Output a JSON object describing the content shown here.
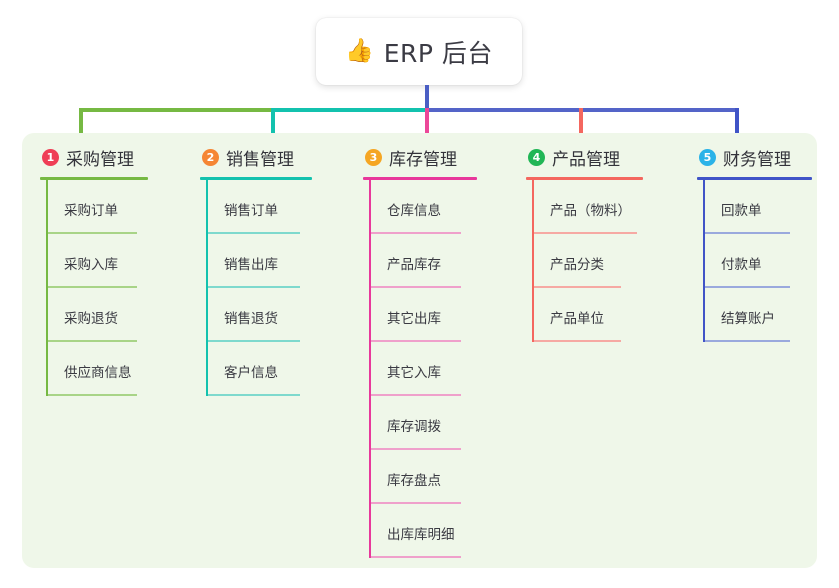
{
  "root": {
    "icon": "thumbs-up-icon",
    "emoji": "👍",
    "label": "ERP 后台"
  },
  "palette": {
    "canvas_bg": "#ffffff",
    "panel_bg": "#eff7e9",
    "trunk": "#4a5ec4",
    "text": "#33333a"
  },
  "columns": [
    {
      "number": "1",
      "badge_color": "#ef3e56",
      "line_color": "#76b943",
      "child_line_color": "#a8d487",
      "title": "采购管理",
      "children": [
        {
          "label": "采购订单"
        },
        {
          "label": "采购入库"
        },
        {
          "label": "采购退货"
        },
        {
          "label": "供应商信息"
        }
      ]
    },
    {
      "number": "2",
      "badge_color": "#f58634",
      "line_color": "#13c2ae",
      "child_line_color": "#7ed9cd",
      "title": "销售管理",
      "children": [
        {
          "label": "销售订单"
        },
        {
          "label": "销售出库"
        },
        {
          "label": "销售退货"
        },
        {
          "label": "客户信息"
        }
      ]
    },
    {
      "number": "3",
      "badge_color": "#f5a623",
      "line_color": "#e8389b",
      "child_line_color": "#efa0cb",
      "title": "库存管理",
      "children": [
        {
          "label": "仓库信息"
        },
        {
          "label": "产品库存"
        },
        {
          "label": "其它出库"
        },
        {
          "label": "其它入库"
        },
        {
          "label": "库存调拨"
        },
        {
          "label": "库存盘点"
        },
        {
          "label": "出库库明细"
        }
      ]
    },
    {
      "number": "4",
      "badge_color": "#21b656",
      "line_color": "#f4675f",
      "child_line_color": "#f6a9a3",
      "title": "产品管理",
      "children": [
        {
          "label": "产品（物料）"
        },
        {
          "label": "产品分类"
        },
        {
          "label": "产品单位"
        }
      ]
    },
    {
      "number": "5",
      "badge_color": "#2bb3e8",
      "line_color": "#4054c7",
      "child_line_color": "#9aa9dd",
      "title": "财务管理",
      "children": [
        {
          "label": "回款单"
        },
        {
          "label": "付款单"
        },
        {
          "label": "结算账户"
        }
      ]
    }
  ]
}
